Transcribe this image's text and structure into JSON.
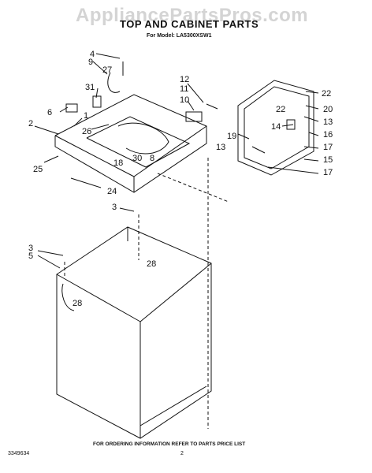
{
  "watermark": "AppliancePartsPros.com",
  "title": "TOP AND CABINET PARTS",
  "subtitle": "For Model: LA5300XSW1",
  "footer_note": "FOR ORDERING INFORMATION REFER TO PARTS PRICE LIST",
  "doc_number": "3349634",
  "page_number": "2",
  "callouts": [
    "4",
    "9",
    "27",
    "31",
    "6",
    "1",
    "2",
    "26",
    "25",
    "18",
    "30",
    "8",
    "24",
    "12",
    "11",
    "10",
    "22",
    "20",
    "13",
    "14",
    "19",
    "16",
    "17",
    "15",
    "3",
    "28",
    "5"
  ]
}
